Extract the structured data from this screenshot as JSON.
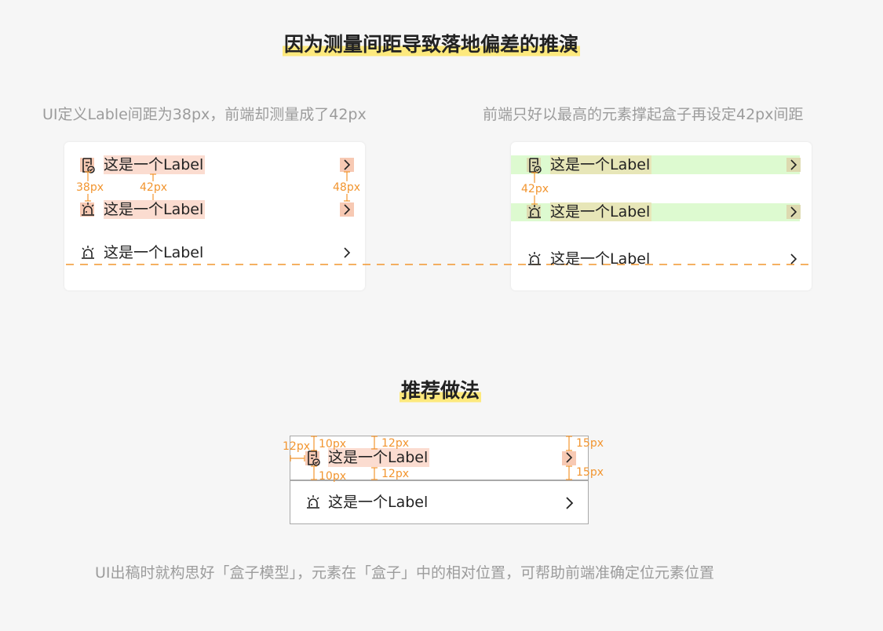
{
  "top_title": "因为测量间距导致落地偏差的推演",
  "left_caption": "UI定义Lable间距为38px，前端却测量成了42px",
  "right_caption": "前端只好以最高的元素撑起盒子再设定42px间距",
  "item_label": "这是一个Label",
  "annotations": {
    "a38": "38px",
    "a42": "42px",
    "a48": "48px",
    "r42": "42px",
    "p12l": "12px",
    "p10t": "10px",
    "p10b": "10px",
    "p12t": "12px",
    "p12b": "12px",
    "p15t": "15px",
    "p15b": "15px"
  },
  "section_title": "推荐做法",
  "bottom_caption": "UI出稿时就构思好「盒子模型」，元素在「盒子」中的相对位置，可帮助前端准确定位元素位置",
  "icons": [
    "document-check-icon",
    "alarm-light-icon",
    "chevron-right-icon"
  ],
  "colors": {
    "highlight_yellow": "#fde97d",
    "annotation_orange": "#f2952f",
    "label_highlight": "#fbdcd0",
    "green_highlight": "#ddfad0",
    "caption_gray": "#9c9c9c"
  }
}
